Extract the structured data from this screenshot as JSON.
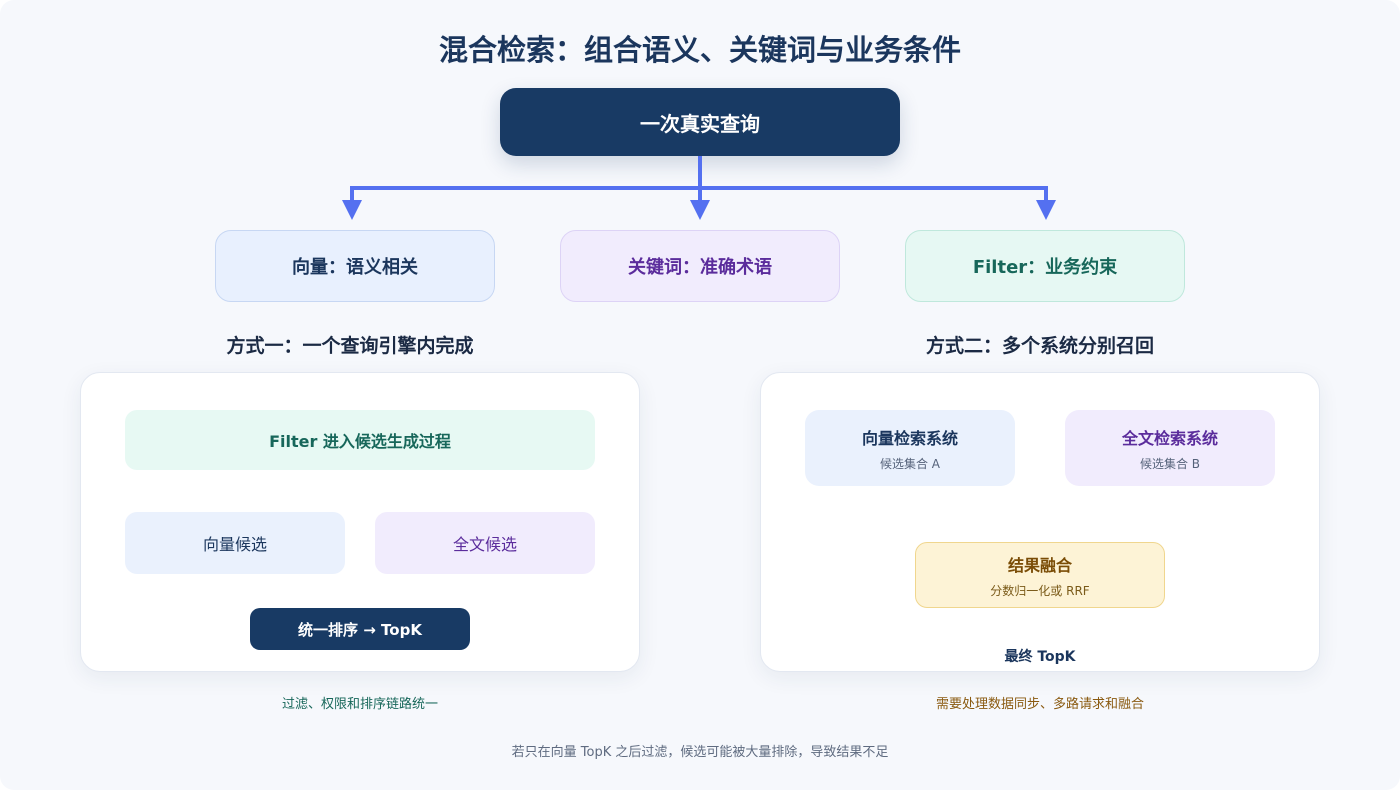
{
  "title": "混合检索：组合语义、关键词与业务条件",
  "query_label": "一次真实查询",
  "branches": {
    "vector": "向量：语义相关",
    "keyword": "关键词：准确术语",
    "filter": "Filter：业务约束"
  },
  "mode1": {
    "title": "方式一：一个查询引擎内完成",
    "filter_box": "Filter 进入候选生成过程",
    "vector_candidates": "向量候选",
    "fulltext_candidates": "全文候选",
    "rank": "统一排序 → TopK",
    "note": "过滤、权限和排序链路统一"
  },
  "mode2": {
    "title": "方式二：多个系统分别召回",
    "vector_system": {
      "name": "向量检索系统",
      "sub": "候选集合 A"
    },
    "fulltext_system": {
      "name": "全文检索系统",
      "sub": "候选集合 B"
    },
    "fusion": {
      "name": "结果融合",
      "sub": "分数归一化或 RRF"
    },
    "final": "最终 TopK",
    "note": "需要处理数据同步、多路请求和融合"
  },
  "footer": "若只在向量 TopK 之后过滤，候选可能被大量排除，导致结果不足",
  "colors": {
    "navy": "#183a64",
    "arrow": "#5470f0",
    "green_text": "#17675a",
    "purple_text": "#5b2c9c",
    "amber_text": "#7a4c06"
  }
}
